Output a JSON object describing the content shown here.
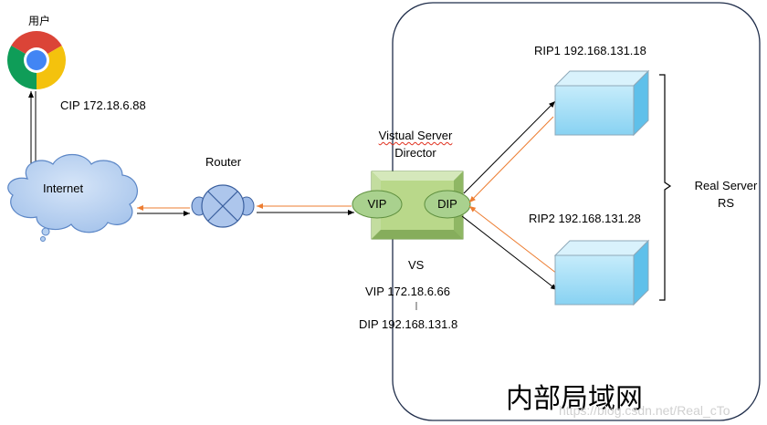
{
  "user": {
    "label": "用户"
  },
  "client": {
    "cip": "CIP 172.18.6.88",
    "icon": "chrome-icon"
  },
  "internet": {
    "label": "Internet",
    "icon": "cloud-icon"
  },
  "router": {
    "label": "Router",
    "icon": "router-icon"
  },
  "director": {
    "title_line1": "Vistual Server",
    "title_line2": "Director",
    "vip_badge": "VIP",
    "dip_badge": "DIP",
    "vs": "VS",
    "vip": "VIP 172.18.6.66",
    "dip": "DIP 192.168.131.8"
  },
  "real_servers": {
    "rip1": "RIP1 192.168.131.18",
    "rip2": "RIP2 192.168.131.28",
    "group_line1": "Real Server",
    "group_line2": "RS"
  },
  "lan": {
    "label": "内部局域网"
  },
  "watermark": "https://blog.csdn.net/Real_cTo",
  "colors": {
    "request_arrow": "#000000",
    "response_arrow": "#ed7d31",
    "server_face": "#9dd9f5",
    "director_green": "#b9d88a",
    "badge_green": "#a9d18e",
    "cloud_blue": "#b4cff0",
    "router_blue": "#adc6ec"
  }
}
